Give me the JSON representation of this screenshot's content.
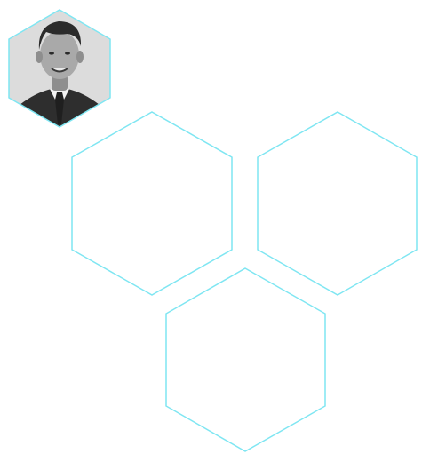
{
  "colors": {
    "hex_stroke": "#7fe6f2",
    "background": "#ffffff",
    "photo_bg": "#dcdcdc",
    "hair": "#2b2b2b",
    "skin": "#8e8e8e",
    "skin_light": "#a9a9a9",
    "suit": "#2e2e2e",
    "shirt": "#f2f2f2",
    "tie": "#1f1f1f"
  },
  "profile": {
    "photo_alt": "Profile photo",
    "icon": "person-photo"
  },
  "tiles": [
    {
      "name": "hex-tile-left",
      "content": ""
    },
    {
      "name": "hex-tile-right",
      "content": ""
    },
    {
      "name": "hex-tile-bottom",
      "content": ""
    }
  ]
}
